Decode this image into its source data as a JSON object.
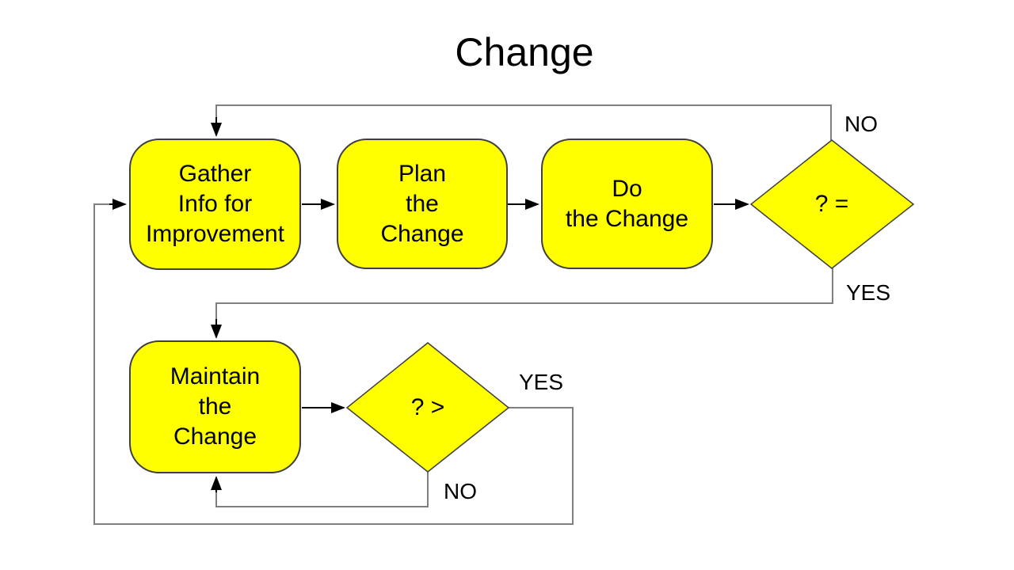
{
  "title": "Change",
  "theme": {
    "background": "#FFFFFF",
    "node_fill": "#FFFF00",
    "node_border": "#3F3F3F",
    "connector_color": "#7F7F7F",
    "arrow_color": "#000000",
    "text_color": "#000000"
  },
  "nodes": {
    "gather": {
      "label": "Gather\nInfo for\nImprovement"
    },
    "plan": {
      "label": "Plan\nthe\nChange"
    },
    "do": {
      "label": "Do\nthe Change"
    },
    "maintain": {
      "label": "Maintain\nthe\nChange"
    },
    "decision_equal": {
      "label": "? ="
    },
    "decision_greater": {
      "label": "? >"
    }
  },
  "edge_labels": {
    "no_top": "NO",
    "yes_right": "YES",
    "yes_bottom": "YES",
    "no_bottom": "NO"
  }
}
